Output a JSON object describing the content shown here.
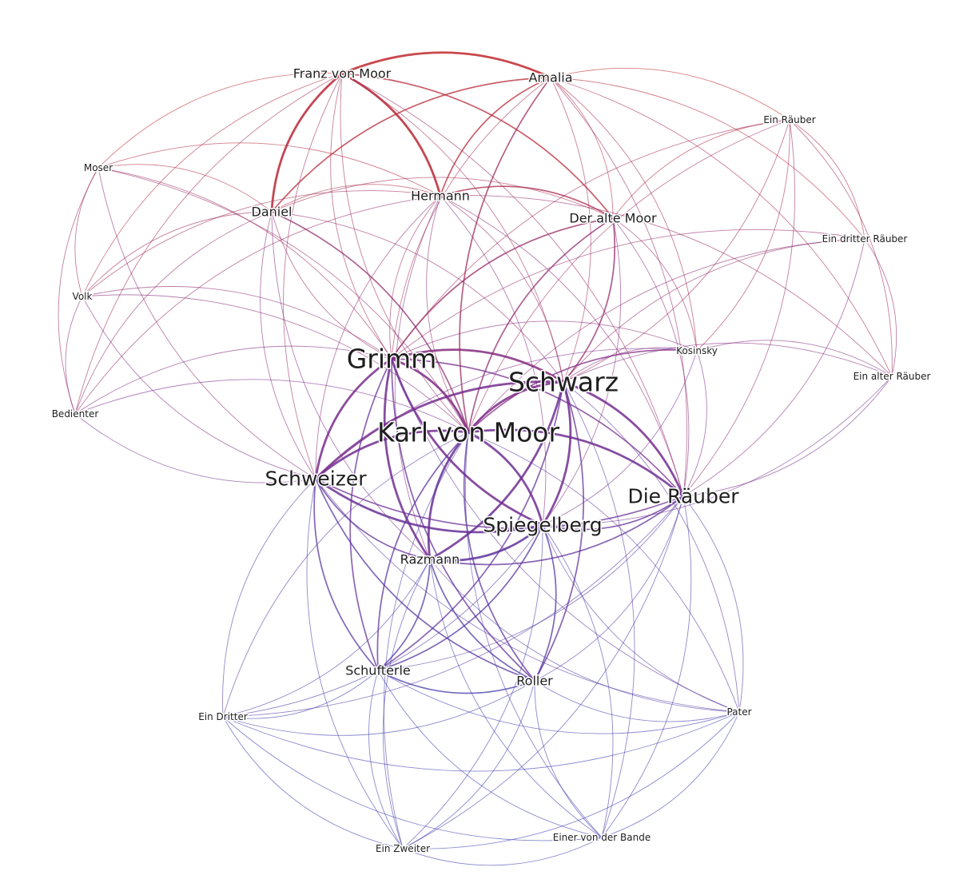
{
  "diagram": {
    "type": "character-network",
    "colors": {
      "top": "#c0282d",
      "middle": "#7a2c8c",
      "bottom": "#3a3cb0",
      "label": "#1e1e1e",
      "background": "#ffffff"
    },
    "nodes": [
      {
        "id": "franz",
        "label": "Franz von Moor",
        "size": "medium"
      },
      {
        "id": "amalia",
        "label": "Amalia",
        "size": "medium"
      },
      {
        "id": "einraeuber",
        "label": "Ein Räuber",
        "size": "small"
      },
      {
        "id": "moser",
        "label": "Moser",
        "size": "small"
      },
      {
        "id": "hermann",
        "label": "Hermann",
        "size": "medium"
      },
      {
        "id": "daniel",
        "label": "Daniel",
        "size": "medium"
      },
      {
        "id": "altemoor",
        "label": "Der alte Moor",
        "size": "medium"
      },
      {
        "id": "dritterraeuber",
        "label": "Ein dritter Räuber",
        "size": "small"
      },
      {
        "id": "volk",
        "label": "Volk",
        "size": "small"
      },
      {
        "id": "grimm",
        "label": "Grimm",
        "size": "xlarge"
      },
      {
        "id": "kosinsky",
        "label": "Kosinsky",
        "size": "small"
      },
      {
        "id": "schwarz",
        "label": "Schwarz",
        "size": "xlarge"
      },
      {
        "id": "alterraeuber",
        "label": "Ein alter Räuber",
        "size": "small"
      },
      {
        "id": "bedienter",
        "label": "Bedienter",
        "size": "small"
      },
      {
        "id": "karl",
        "label": "Karl von Moor",
        "size": "xlarge"
      },
      {
        "id": "schweizer",
        "label": "Schweizer",
        "size": "large"
      },
      {
        "id": "raeuber",
        "label": "Die Räuber",
        "size": "large"
      },
      {
        "id": "spiegelberg",
        "label": "Spiegelberg",
        "size": "large"
      },
      {
        "id": "razmann",
        "label": "Razmann",
        "size": "medium"
      },
      {
        "id": "schufterle",
        "label": "Schufterle",
        "size": "medium"
      },
      {
        "id": "roller",
        "label": "Roller",
        "size": "medium"
      },
      {
        "id": "eindritter",
        "label": "Ein Dritter",
        "size": "small"
      },
      {
        "id": "pater",
        "label": "Pater",
        "size": "small"
      },
      {
        "id": "einerbande",
        "label": "Einer von der Bande",
        "size": "small"
      },
      {
        "id": "einzweiter",
        "label": "Ein Zweiter",
        "size": "small"
      }
    ],
    "edges": [
      [
        "franz",
        "amalia",
        3
      ],
      [
        "franz",
        "daniel",
        3
      ],
      [
        "franz",
        "hermann",
        3
      ],
      [
        "franz",
        "altemoor",
        2
      ],
      [
        "franz",
        "moser",
        1
      ],
      [
        "franz",
        "volk",
        1
      ],
      [
        "franz",
        "bedienter",
        1
      ],
      [
        "franz",
        "karl",
        1
      ],
      [
        "franz",
        "grimm",
        1
      ],
      [
        "franz",
        "schweizer",
        1
      ],
      [
        "franz",
        "schwarz",
        1
      ],
      [
        "franz",
        "raeuber",
        1
      ],
      [
        "amalia",
        "hermann",
        2
      ],
      [
        "amalia",
        "daniel",
        2
      ],
      [
        "amalia",
        "karl",
        2
      ],
      [
        "amalia",
        "altemoor",
        1
      ],
      [
        "amalia",
        "einraeuber",
        1
      ],
      [
        "amalia",
        "dritterraeuber",
        1
      ],
      [
        "amalia",
        "alterraeuber",
        1
      ],
      [
        "amalia",
        "kosinsky",
        1
      ],
      [
        "amalia",
        "grimm",
        1
      ],
      [
        "amalia",
        "schwarz",
        1
      ],
      [
        "amalia",
        "raeuber",
        1
      ],
      [
        "einraeuber",
        "dritterraeuber",
        1
      ],
      [
        "einraeuber",
        "alterraeuber",
        1
      ],
      [
        "einraeuber",
        "altemoor",
        1
      ],
      [
        "einraeuber",
        "schwarz",
        1
      ],
      [
        "einraeuber",
        "grimm",
        1
      ],
      [
        "einraeuber",
        "kosinsky",
        1
      ],
      [
        "einraeuber",
        "raeuber",
        1
      ],
      [
        "einraeuber",
        "karl",
        1
      ],
      [
        "dritterraeuber",
        "alterraeuber",
        1
      ],
      [
        "dritterraeuber",
        "grimm",
        1
      ],
      [
        "dritterraeuber",
        "schwarz",
        1
      ],
      [
        "dritterraeuber",
        "raeuber",
        1
      ],
      [
        "dritterraeuber",
        "karl",
        1
      ],
      [
        "alterraeuber",
        "schwarz",
        1
      ],
      [
        "alterraeuber",
        "kosinsky",
        1
      ],
      [
        "alterraeuber",
        "raeuber",
        1
      ],
      [
        "alterraeuber",
        "spiegelberg",
        1
      ],
      [
        "alterraeuber",
        "hermann",
        1
      ],
      [
        "moser",
        "volk",
        1
      ],
      [
        "moser",
        "daniel",
        1
      ],
      [
        "moser",
        "bedienter",
        1
      ],
      [
        "moser",
        "hermann",
        1
      ],
      [
        "moser",
        "karl",
        1
      ],
      [
        "moser",
        "grimm",
        1
      ],
      [
        "moser",
        "schweizer",
        1
      ],
      [
        "volk",
        "daniel",
        1
      ],
      [
        "volk",
        "hermann",
        1
      ],
      [
        "volk",
        "bedienter",
        1
      ],
      [
        "volk",
        "karl",
        1
      ],
      [
        "volk",
        "grimm",
        1
      ],
      [
        "volk",
        "schweizer",
        1
      ],
      [
        "bedienter",
        "daniel",
        1
      ],
      [
        "bedienter",
        "hermann",
        1
      ],
      [
        "bedienter",
        "schweizer",
        1
      ],
      [
        "bedienter",
        "karl",
        1
      ],
      [
        "bedienter",
        "grimm",
        1
      ],
      [
        "daniel",
        "hermann",
        1
      ],
      [
        "daniel",
        "altemoor",
        1
      ],
      [
        "daniel",
        "karl",
        2
      ],
      [
        "daniel",
        "grimm",
        1
      ],
      [
        "daniel",
        "schweizer",
        1
      ],
      [
        "daniel",
        "schwarz",
        1
      ],
      [
        "daniel",
        "razmann",
        1
      ],
      [
        "hermann",
        "altemoor",
        2
      ],
      [
        "hermann",
        "karl",
        1
      ],
      [
        "hermann",
        "grimm",
        1
      ],
      [
        "hermann",
        "schwarz",
        1
      ],
      [
        "hermann",
        "raeuber",
        1
      ],
      [
        "hermann",
        "spiegelberg",
        1
      ],
      [
        "hermann",
        "schweizer",
        1
      ],
      [
        "hermann",
        "razmann",
        1
      ],
      [
        "altemoor",
        "karl",
        2
      ],
      [
        "altemoor",
        "schwarz",
        2
      ],
      [
        "altemoor",
        "grimm",
        2
      ],
      [
        "altemoor",
        "raeuber",
        1
      ],
      [
        "altemoor",
        "spiegelberg",
        1
      ],
      [
        "altemoor",
        "kosinsky",
        1
      ],
      [
        "kosinsky",
        "karl",
        2
      ],
      [
        "kosinsky",
        "schwarz",
        1
      ],
      [
        "kosinsky",
        "grimm",
        1
      ],
      [
        "kosinsky",
        "raeuber",
        1
      ],
      [
        "kosinsky",
        "schweizer",
        1
      ],
      [
        "kosinsky",
        "spiegelberg",
        1
      ],
      [
        "grimm",
        "schwarz",
        3
      ],
      [
        "grimm",
        "karl",
        3
      ],
      [
        "grimm",
        "schweizer",
        3
      ],
      [
        "grimm",
        "spiegelberg",
        3
      ],
      [
        "grimm",
        "razmann",
        3
      ],
      [
        "grimm",
        "raeuber",
        2
      ],
      [
        "grimm",
        "roller",
        2
      ],
      [
        "grimm",
        "schufterle",
        2
      ],
      [
        "grimm",
        "pater",
        1
      ],
      [
        "schwarz",
        "karl",
        3
      ],
      [
        "schwarz",
        "schweizer",
        3
      ],
      [
        "schwarz",
        "spiegelberg",
        3
      ],
      [
        "schwarz",
        "razmann",
        3
      ],
      [
        "schwarz",
        "raeuber",
        3
      ],
      [
        "schwarz",
        "roller",
        2
      ],
      [
        "schwarz",
        "schufterle",
        2
      ],
      [
        "schwarz",
        "pater",
        1
      ],
      [
        "schwarz",
        "einerbande",
        1
      ],
      [
        "karl",
        "schweizer",
        3
      ],
      [
        "karl",
        "raeuber",
        3
      ],
      [
        "karl",
        "spiegelberg",
        3
      ],
      [
        "karl",
        "razmann",
        3
      ],
      [
        "karl",
        "roller",
        2
      ],
      [
        "karl",
        "schufterle",
        2
      ],
      [
        "karl",
        "pater",
        1
      ],
      [
        "karl",
        "einzweiter",
        1
      ],
      [
        "karl",
        "eindritter",
        1
      ],
      [
        "karl",
        "einerbande",
        1
      ],
      [
        "schweizer",
        "spiegelberg",
        3
      ],
      [
        "schweizer",
        "razmann",
        2
      ],
      [
        "schweizer",
        "raeuber",
        2
      ],
      [
        "schweizer",
        "roller",
        2
      ],
      [
        "schweizer",
        "schufterle",
        2
      ],
      [
        "schweizer",
        "eindritter",
        1
      ],
      [
        "schweizer",
        "einzweiter",
        1
      ],
      [
        "schweizer",
        "pater",
        1
      ],
      [
        "raeuber",
        "spiegelberg",
        2
      ],
      [
        "raeuber",
        "razmann",
        2
      ],
      [
        "raeuber",
        "roller",
        1
      ],
      [
        "raeuber",
        "pater",
        1
      ],
      [
        "raeuber",
        "einerbande",
        1
      ],
      [
        "raeuber",
        "einzweiter",
        1
      ],
      [
        "raeuber",
        "schufterle",
        1
      ],
      [
        "raeuber",
        "eindritter",
        1
      ],
      [
        "spiegelberg",
        "razmann",
        3
      ],
      [
        "spiegelberg",
        "roller",
        2
      ],
      [
        "spiegelberg",
        "schufterle",
        2
      ],
      [
        "spiegelberg",
        "pater",
        1
      ],
      [
        "spiegelberg",
        "einerbande",
        1
      ],
      [
        "spiegelberg",
        "einzweiter",
        1
      ],
      [
        "spiegelberg",
        "eindritter",
        1
      ],
      [
        "razmann",
        "roller",
        2
      ],
      [
        "razmann",
        "schufterle",
        2
      ],
      [
        "razmann",
        "eindritter",
        1
      ],
      [
        "razmann",
        "einzweiter",
        1
      ],
      [
        "razmann",
        "einerbande",
        1
      ],
      [
        "razmann",
        "pater",
        1
      ],
      [
        "schufterle",
        "roller",
        2
      ],
      [
        "schufterle",
        "eindritter",
        1
      ],
      [
        "schufterle",
        "einzweiter",
        1
      ],
      [
        "schufterle",
        "pater",
        1
      ],
      [
        "schufterle",
        "einerbande",
        1
      ],
      [
        "roller",
        "eindritter",
        1
      ],
      [
        "roller",
        "einzweiter",
        1
      ],
      [
        "roller",
        "pater",
        1
      ],
      [
        "roller",
        "einerbande",
        1
      ],
      [
        "eindritter",
        "einzweiter",
        1
      ],
      [
        "eindritter",
        "einerbande",
        1
      ],
      [
        "eindritter",
        "pater",
        1
      ],
      [
        "einzweiter",
        "einerbande",
        1
      ],
      [
        "einzweiter",
        "pater",
        1
      ],
      [
        "einerbande",
        "pater",
        1
      ]
    ]
  }
}
